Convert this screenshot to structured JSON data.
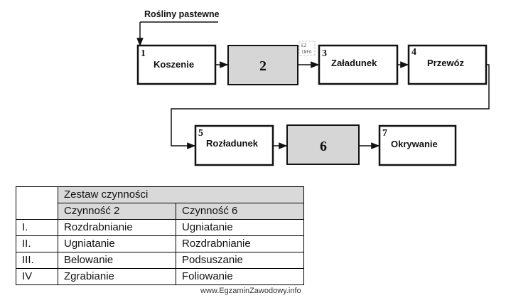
{
  "diagram": {
    "input_label": "Rośliny pastewne",
    "corner_mark": [
      "EZ",
      "INFO"
    ],
    "steps": [
      {
        "num": "1",
        "label": "Koszenie",
        "shaded": false
      },
      {
        "num": "2",
        "label": "",
        "shaded": true
      },
      {
        "num": "3",
        "label": "Załadunek",
        "shaded": false
      },
      {
        "num": "4",
        "label": "Przewóz",
        "shaded": false
      },
      {
        "num": "5",
        "label": "Rozładunek",
        "shaded": false
      },
      {
        "num": "6",
        "label": "",
        "shaded": true
      },
      {
        "num": "7",
        "label": "Okrywanie",
        "shaded": false
      }
    ]
  },
  "table": {
    "group_header": "Zestaw czynności",
    "col1_header": "Czynność 2",
    "col2_header": "Czynność 6",
    "rows": [
      {
        "option": "I.",
        "c2": "Rozdrabnianie",
        "c6": "Ugniatanie"
      },
      {
        "option": "II.",
        "c2": "Ugniatanie",
        "c6": "Rozdrabnianie"
      },
      {
        "option": "III.",
        "c2": "Belowanie",
        "c6": "Podsuszanie"
      },
      {
        "option": "IV",
        "c2": "Zgrabianie",
        "c6": "Foliowanie"
      }
    ]
  },
  "watermark": "www.EgzaminZawodowy.info"
}
